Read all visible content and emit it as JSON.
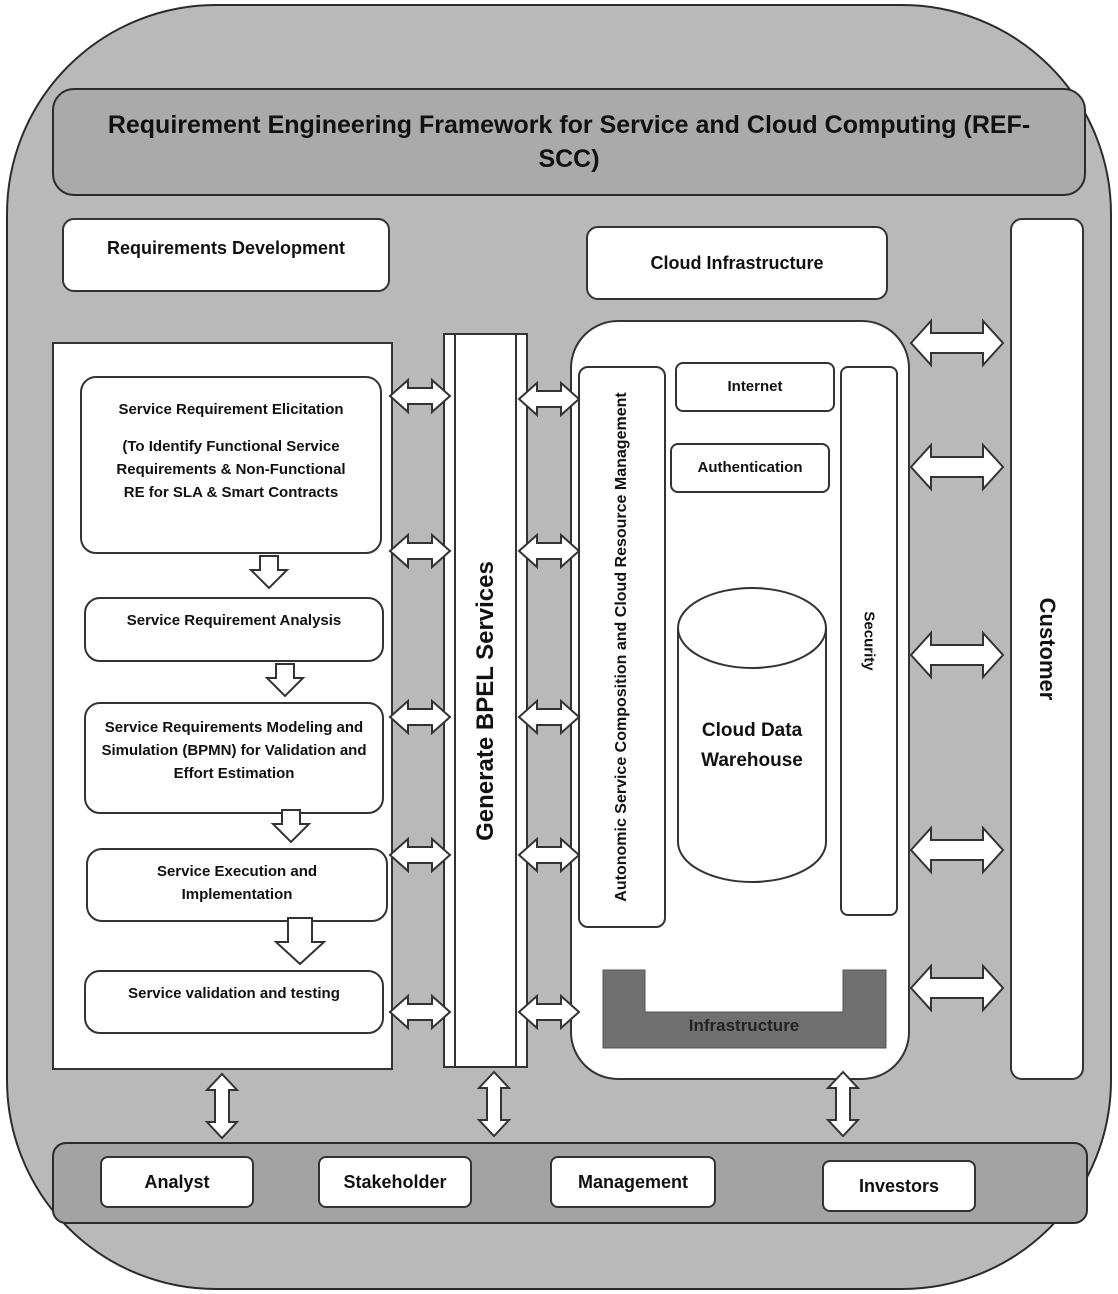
{
  "title": "Requirement Engineering Framework for Service and Cloud Computing (REF-SCC)",
  "requirements_development": {
    "label": "Requirements Development",
    "steps": [
      {
        "label": "Service Requirement Elicitation",
        "note": "(To Identify Functional Service Requirements & Non-Functional RE for SLA & Smart Contracts"
      },
      {
        "label": "Service Requirement Analysis"
      },
      {
        "label": "Service Requirements Modeling and Simulation (BPMN) for Validation and Effort Estimation"
      },
      {
        "label": "Service Execution and Implementation"
      },
      {
        "label": "Service validation and testing"
      }
    ]
  },
  "bpel": {
    "label": "Generate BPEL Services"
  },
  "cloud": {
    "label": "Cloud Infrastructure",
    "composition": "Autonomic Service Composition and Cloud Resource Management",
    "internet": "Internet",
    "authentication": "Authentication",
    "warehouse": "Cloud Data Warehouse",
    "security": "Security",
    "infrastructure": "Infrastructure"
  },
  "customer": {
    "label": "Customer"
  },
  "stakeholders": [
    "Analyst",
    "Stakeholder",
    "Management",
    "Investors"
  ]
}
